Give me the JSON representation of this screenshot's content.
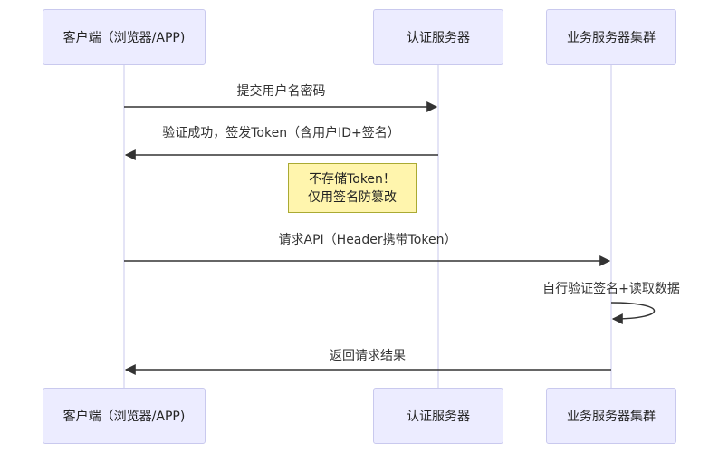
{
  "participants": [
    {
      "id": "client",
      "label": "客户端（浏览器/APP)"
    },
    {
      "id": "auth",
      "label": "认证服务器"
    },
    {
      "id": "biz",
      "label": "业务服务器集群"
    }
  ],
  "messages": [
    {
      "from": "client",
      "to": "auth",
      "label": "提交用户名密码"
    },
    {
      "from": "auth",
      "to": "client",
      "label": "验证成功，签发Token（含用户ID+签名）"
    },
    {
      "from": "client",
      "to": "biz",
      "label": "请求API（Header携带Token）"
    },
    {
      "from": "biz",
      "to": "biz",
      "label": "自行验证签名+读取数据"
    },
    {
      "from": "biz",
      "to": "client",
      "label": "返回请求结果"
    }
  ],
  "note": {
    "lines": [
      "不存储Token！",
      "仅用签名防篡改"
    ]
  },
  "colors": {
    "actor_fill": "#ECECFF",
    "actor_border": "#C9C9EE",
    "lifeline": "#C9C9EE",
    "arrow": "#333333",
    "note_fill": "#FFF5AD",
    "note_border": "#AAAA33"
  }
}
